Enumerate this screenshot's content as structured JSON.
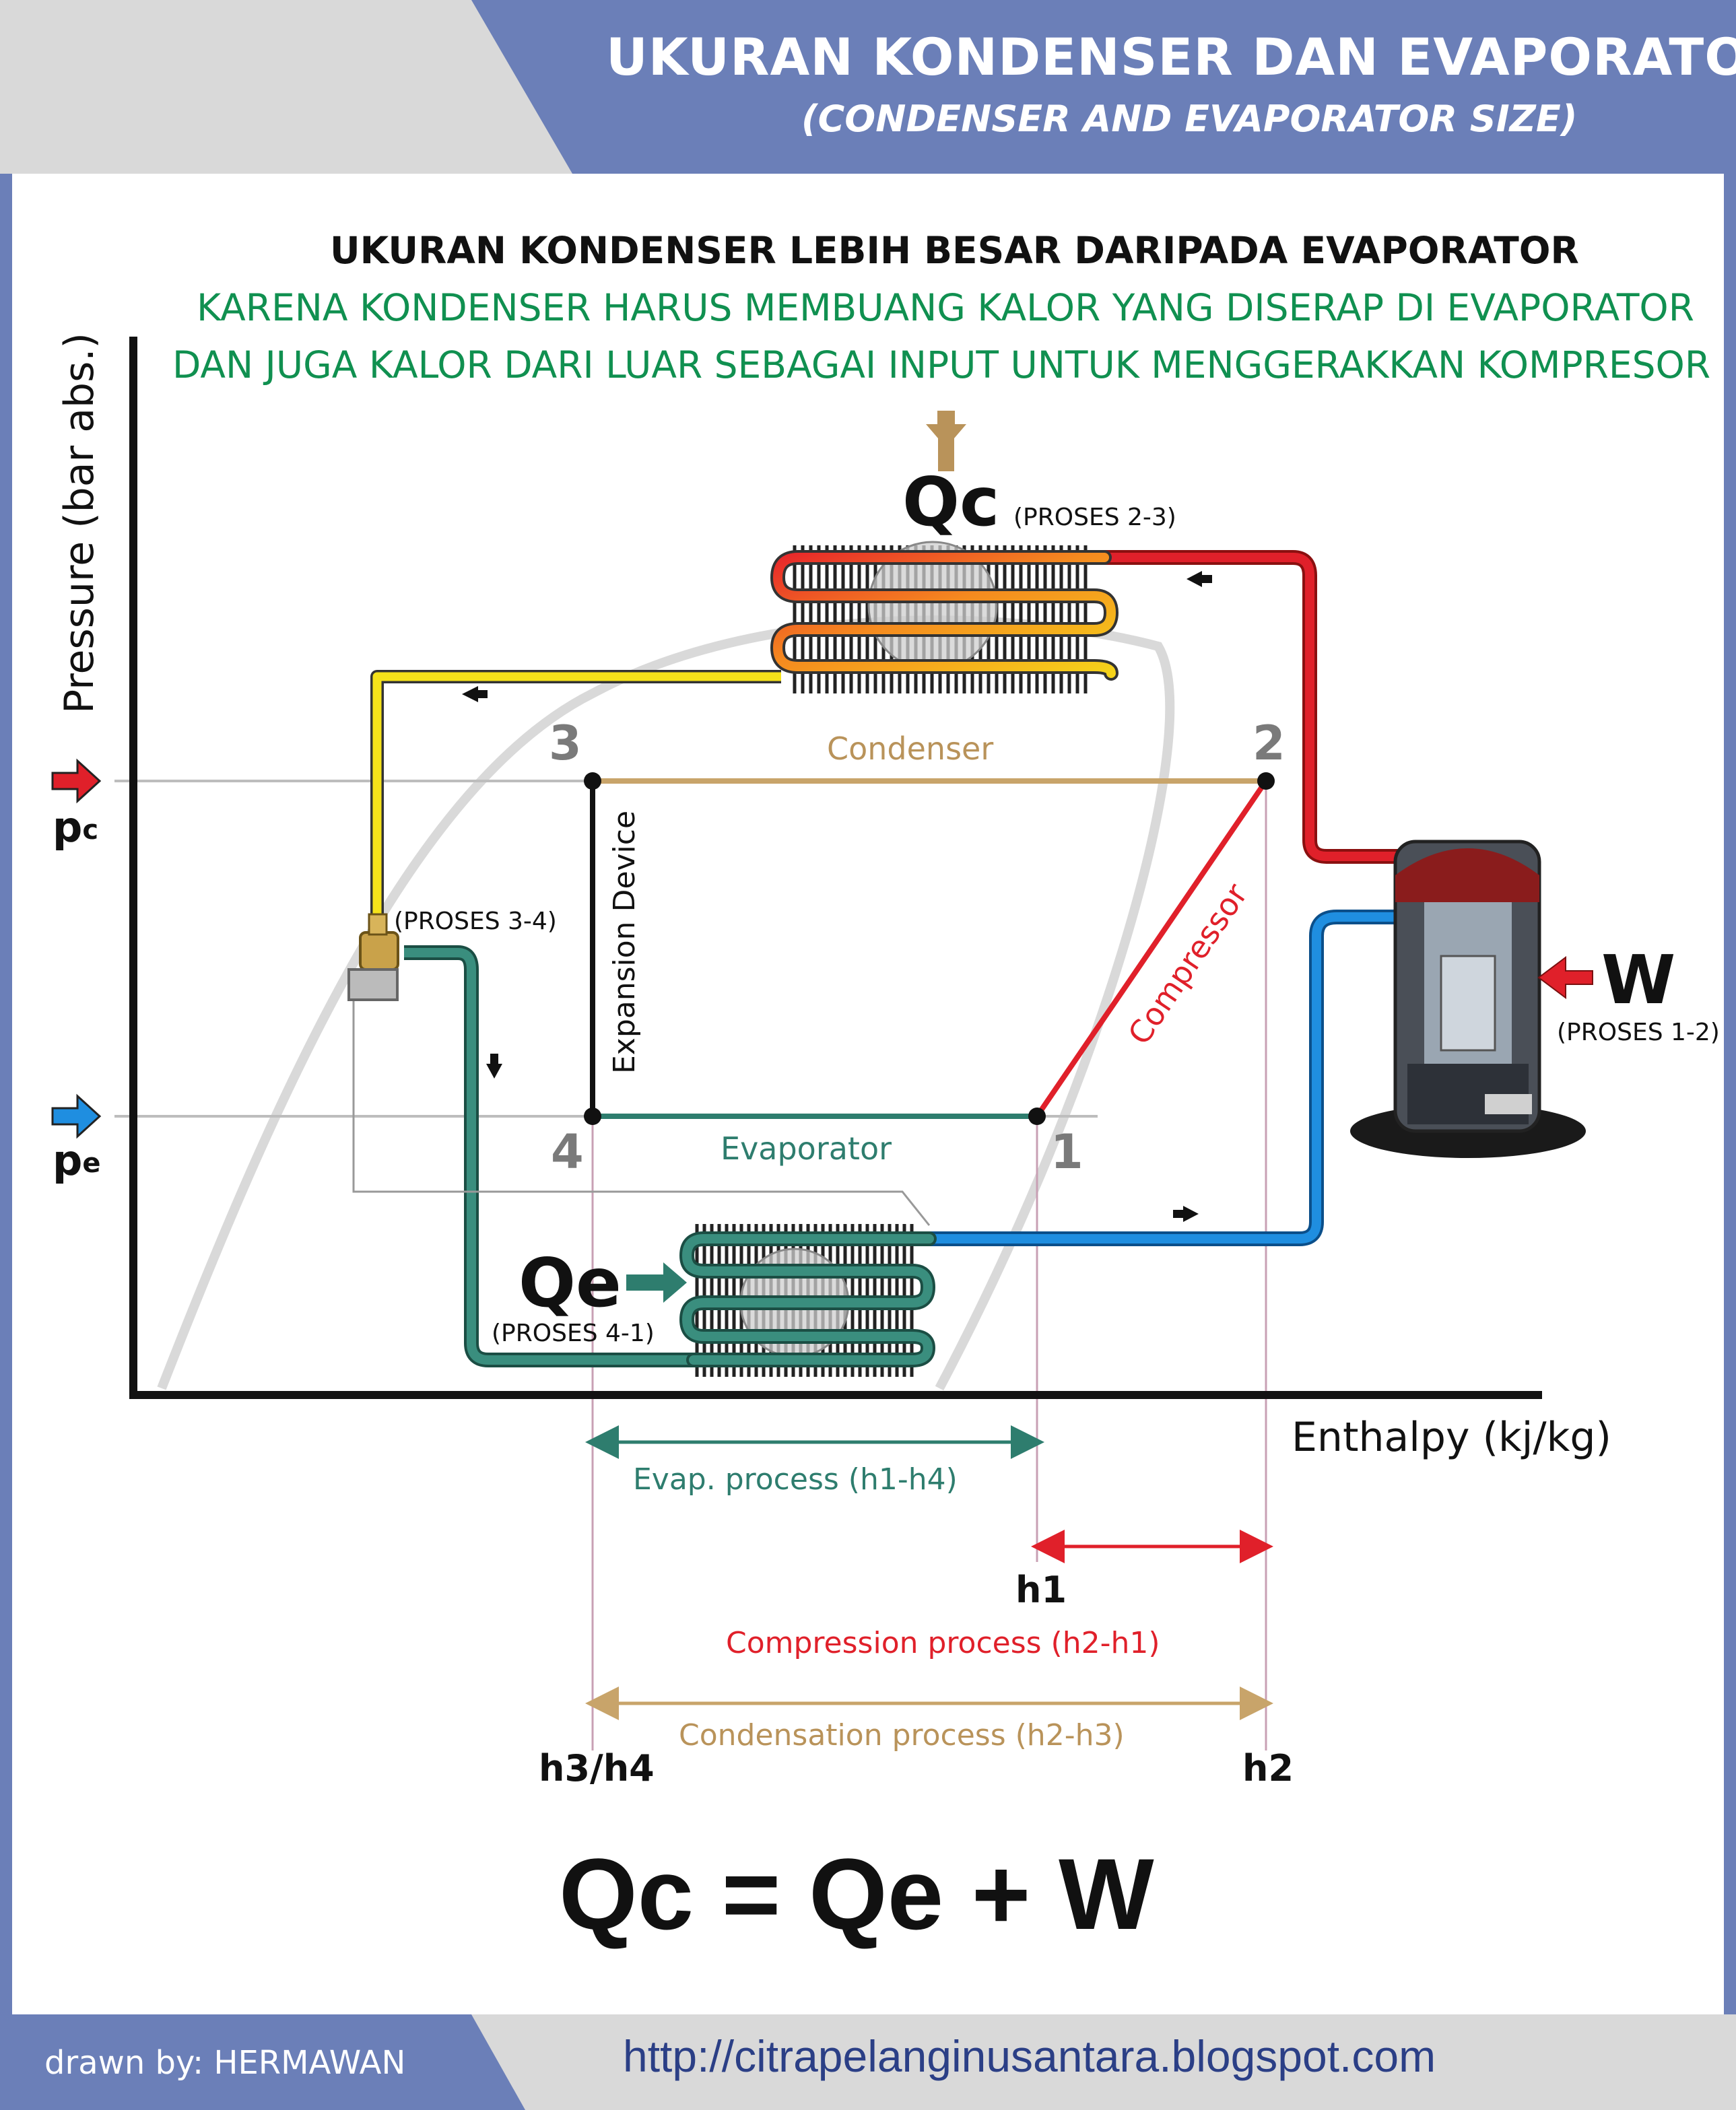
{
  "header": {
    "title": "UKURAN KONDENSER DAN EVAPORATOR",
    "subtitle": "(CONDENSER AND EVAPORATOR SIZE)"
  },
  "statement": {
    "line1": "UKURAN KONDENSER LEBIH BESAR DARIPADA EVAPORATOR",
    "line2": "KARENA KONDENSER HARUS MEMBUANG KALOR YANG DISERAP DI EVAPORATOR",
    "line3": "DAN JUGA KALOR DARI LUAR SEBAGAI INPUT UNTUK MENGGERAKKAN KOMPRESOR"
  },
  "axes": {
    "y_label": "Pressure (bar abs.)",
    "x_label": "Enthalpy  (kj/kg)",
    "pc_main": "p",
    "pc_sub": "c",
    "pe_main": "p",
    "pe_sub": "e"
  },
  "points": {
    "p1": "1",
    "p2": "2",
    "p3": "3",
    "p4": "4"
  },
  "processes": {
    "condenser": "Condenser",
    "evaporator": "Evaporator",
    "compressor": "Compressor",
    "expansion": "Expansion Device"
  },
  "components": {
    "qc_label": "Qc",
    "qc_proses": "(PROSES 2-3)",
    "qe_label": "Qe",
    "qe_proses": "(PROSES 4-1)",
    "w_label": "W",
    "w_proses": "(PROSES 1-2)",
    "exp_proses": "(PROSES 3-4)"
  },
  "enthalpy": {
    "evap_process": "Evap. process (h1-h4)",
    "h1": "h1",
    "compression_process": "Compression process (h2-h1)",
    "condensation_process": "Condensation process (h2-h3)",
    "h34": "h3/h4",
    "h2": "h2"
  },
  "equation": "Qc = Qe + W",
  "footer": {
    "author": "drawn by: HERMAWAN",
    "url": "http://citrapelanginusantara.blogspot.com"
  },
  "colors": {
    "frame": "#6b7fb8",
    "condenser_line": "#c8a46a",
    "evaporator_line": "#2e7d6e",
    "compressor_line": "#e0202a",
    "green_text": "#109050"
  }
}
